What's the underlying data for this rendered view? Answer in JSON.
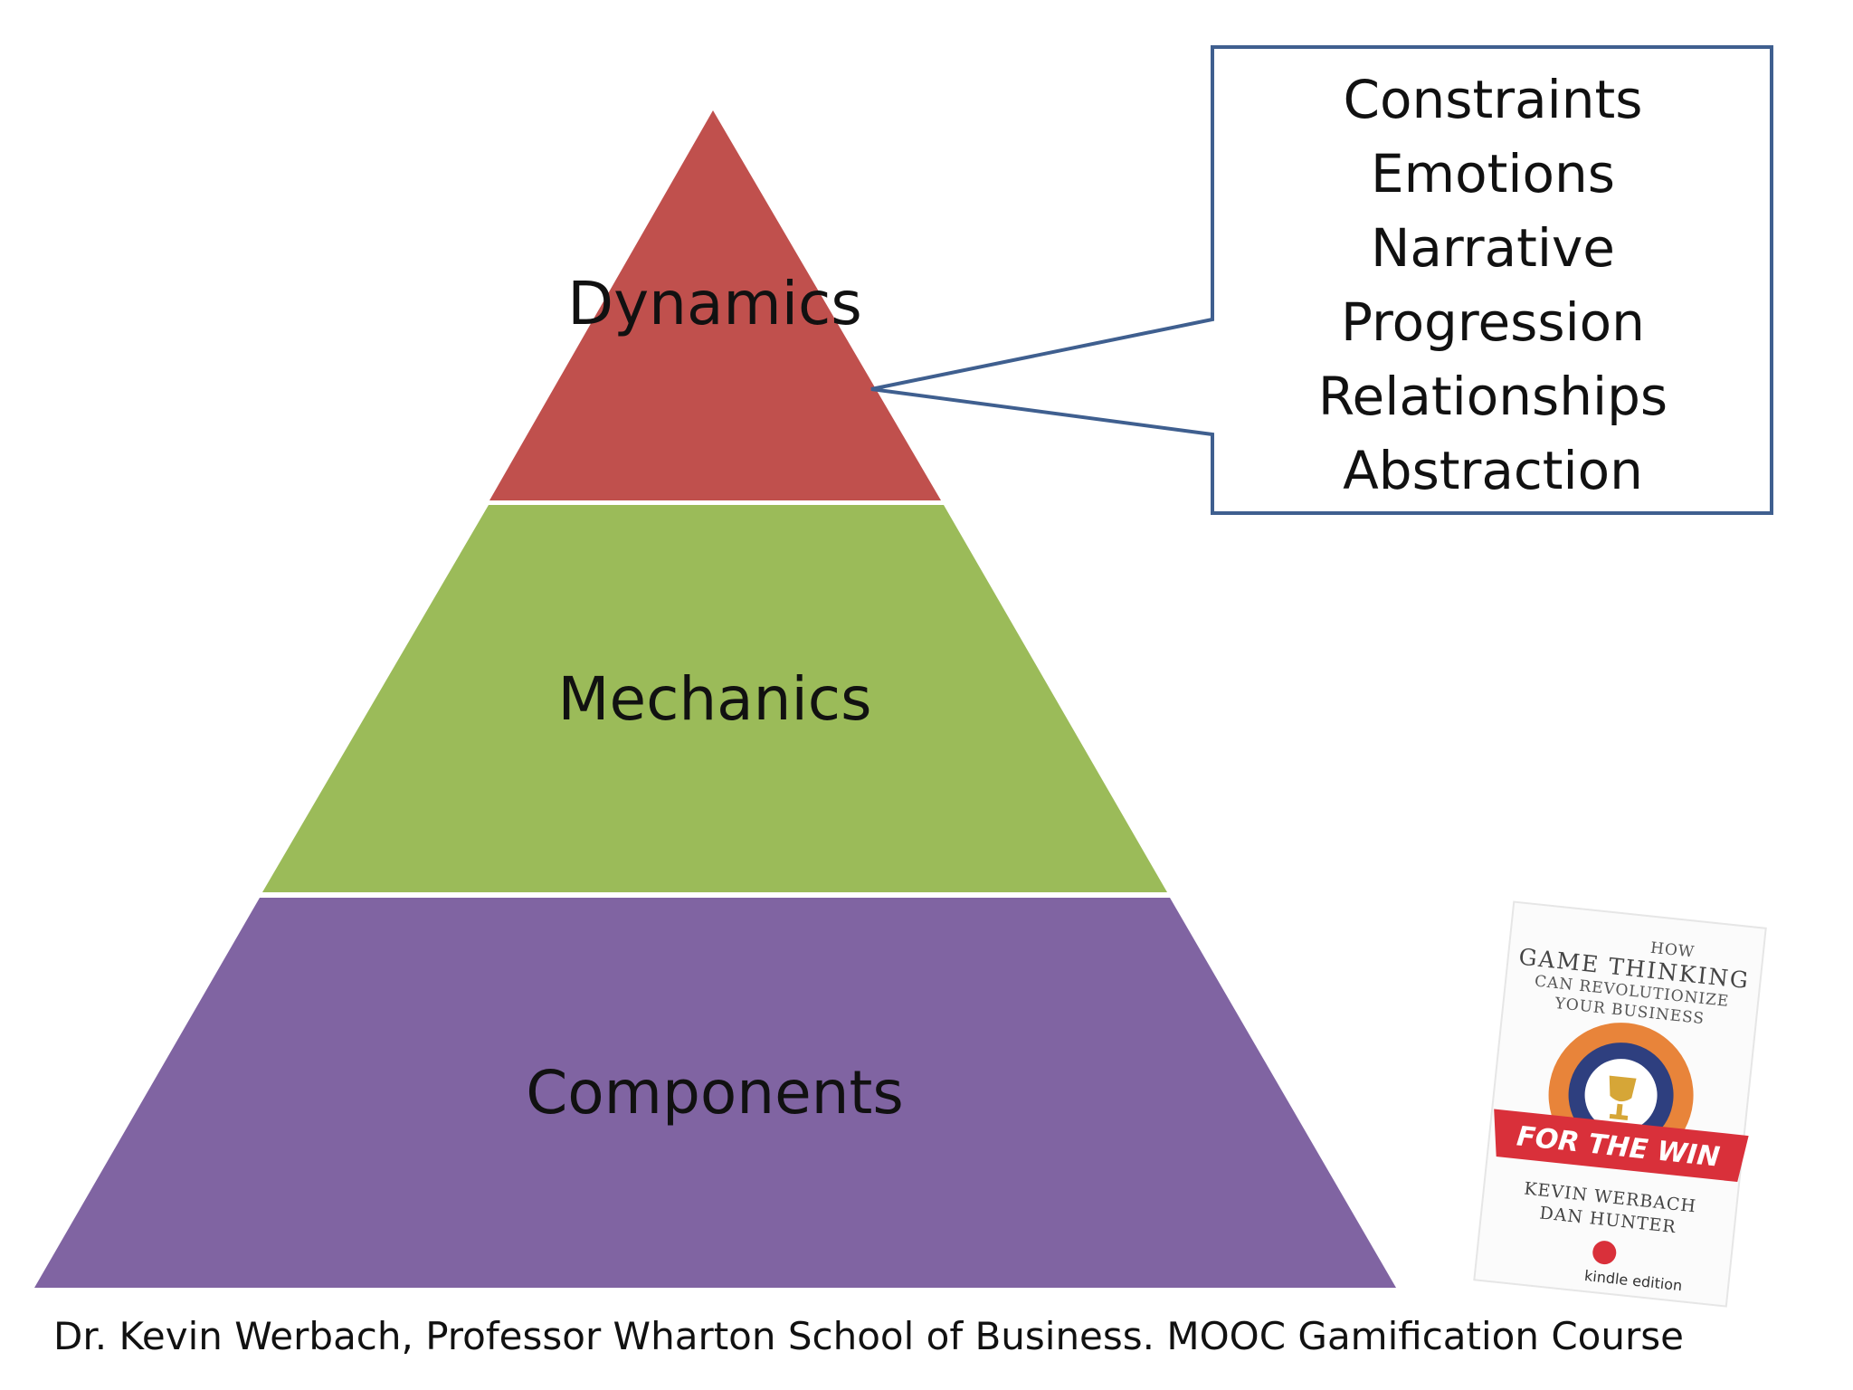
{
  "pyramid": {
    "tiers": [
      {
        "label": "Dynamics",
        "color": "#c0504d"
      },
      {
        "label": "Mechanics",
        "color": "#9bbb59"
      },
      {
        "label": "Components",
        "color": "#8064a2"
      }
    ]
  },
  "callout": {
    "items": [
      "Constraints",
      "Emotions",
      "Narrative",
      "Progression",
      "Relationships",
      "Abstraction"
    ],
    "border_color": "#3f5f8f"
  },
  "caption": "Dr. Kevin Werbach, Professor Wharton School of Business. MOOC Gamification Course",
  "book": {
    "tagline_1": "HOW",
    "tagline_2": "GAME THINKING",
    "tagline_3": "CAN REVOLUTIONIZE",
    "tagline_4": "YOUR BUSINESS",
    "title": "FOR THE WIN",
    "author_1": "KEVIN WERBACH",
    "author_2": "DAN HUNTER",
    "edition": "kindle edition",
    "banner_color": "#d9303a",
    "ring_color": "#e8843a",
    "inner_color": "#2e3f7f"
  }
}
